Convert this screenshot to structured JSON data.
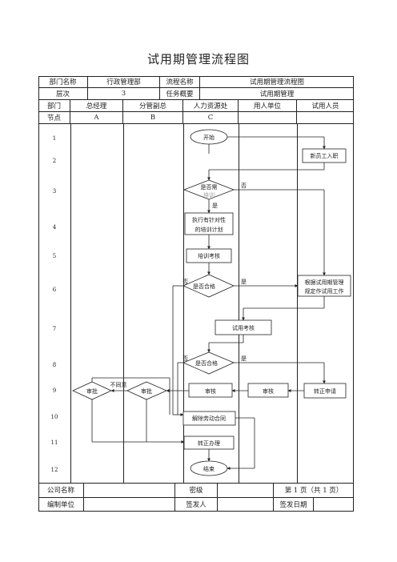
{
  "title": "试用期管理流程图",
  "header": {
    "dept_label": "部门名称",
    "dept_value": "行政管理部",
    "flow_label": "流程名称",
    "flow_value": "试用期管理流程图",
    "level_label": "层次",
    "level_value": "3",
    "summary_label": "任务概要",
    "summary_value": "试用期管理"
  },
  "columns": {
    "dept": "部门",
    "gm": "总经理",
    "vp": "分管副总",
    "hr": "人力资源处",
    "user_unit": "用人单位",
    "probation": "试用人员"
  },
  "nodes_row": {
    "label": "节点",
    "a": "A",
    "b": "B",
    "c": "C"
  },
  "row_numbers": [
    "1",
    "2",
    "3",
    "4",
    "5",
    "6",
    "7",
    "8",
    "9",
    "10",
    "11",
    "12"
  ],
  "flow": {
    "start": "开始",
    "new_hire": "新员工入职",
    "need_training_l1": "是否需",
    "need_training_l2": "培训",
    "plan_l1": "执行有针对性",
    "plan_l2": "的培训计划",
    "training_exam": "培训考核",
    "pass1": "是否合格",
    "adjust_l1": "根据试用期管理",
    "adjust_l2": "规定作试用工作",
    "trial_exam": "试用考核",
    "pass2": "是否合格",
    "apply": "转正申请",
    "review_user": "审核",
    "review_hr": "审核",
    "approve_vp": "审批",
    "approve_gm": "审批",
    "terminate": "解除劳动合同",
    "regularize": "转正办理",
    "end": "结束",
    "yes": "是",
    "no": "否",
    "reject": "不同意"
  },
  "footer": {
    "company_label": "公司名称",
    "secret_label": "密级",
    "page_label": "第 1 页（共 1 页）",
    "editor_label": "编制单位",
    "issuer_label": "签发人",
    "issue_date_label": "签发日期"
  }
}
